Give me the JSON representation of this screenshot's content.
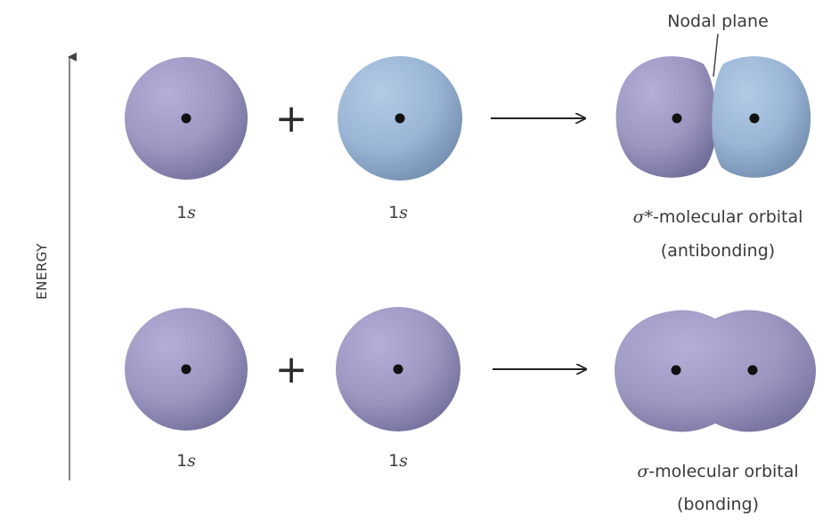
{
  "axis": {
    "label": "ENERGY"
  },
  "top_row": {
    "atom_left_label_num": "1",
    "atom_left_label_s": "s",
    "atom_right_label_num": "1",
    "atom_right_label_s": "s",
    "plus": "+",
    "nodal_plane_label": "Nodal plane",
    "result_symbol": "σ*",
    "result_title": "-molecular orbital",
    "result_subtitle": "(antibonding)"
  },
  "bottom_row": {
    "atom_left_label_num": "1",
    "atom_left_label_s": "s",
    "atom_right_label_num": "1",
    "atom_right_label_s": "s",
    "plus": "+",
    "result_symbol": "σ",
    "result_title": "-molecular orbital",
    "result_subtitle": "(bonding)"
  },
  "colors": {
    "purple_orbital": "#a29fc6",
    "blue_orbital": "#9fbad8",
    "nucleus": "#111111",
    "arrow": "#222222",
    "axis": "#888888"
  }
}
